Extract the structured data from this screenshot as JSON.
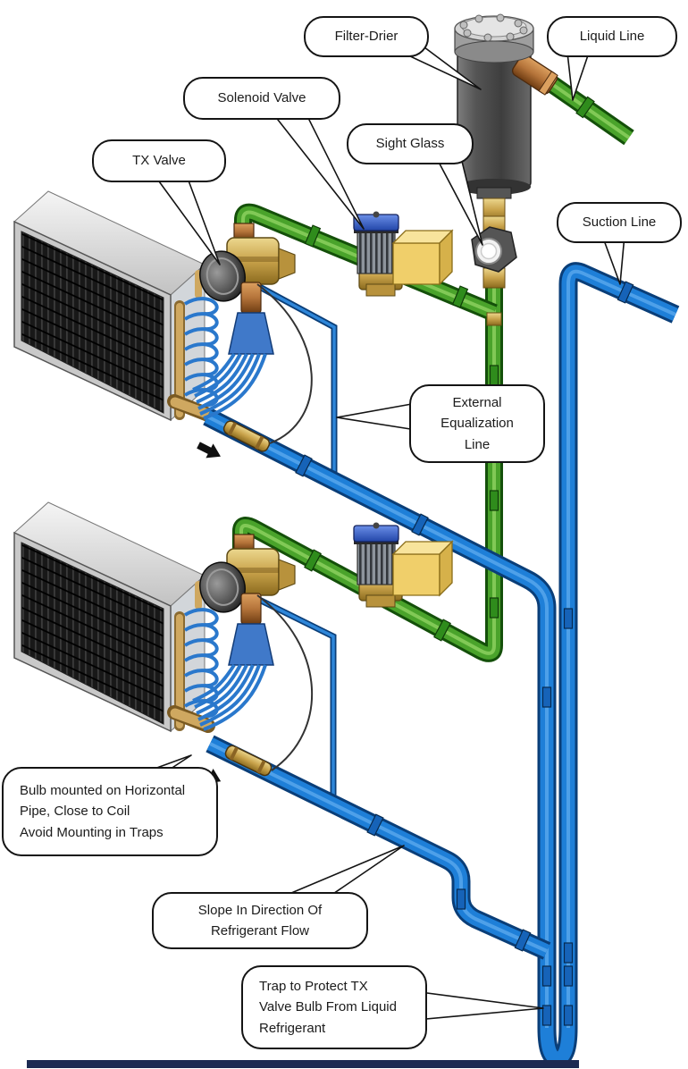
{
  "diagram": {
    "type": "Refrigeration system piping diagram with two evaporator coils",
    "callouts": {
      "filter_drier": "Filter-Drier",
      "liquid_line": "Liquid Line",
      "solenoid_valve": "Solenoid Valve",
      "sight_glass": "Sight Glass",
      "tx_valve": "TX Valve",
      "suction_line": "Suction Line",
      "external_equalization_line": "External\nEqualization\nLine",
      "bulb_note": "Bulb mounted on Horizontal\nPipe, Close to Coil\nAvoid Mounting in Traps",
      "slope_note": "Slope In Direction Of\nRefrigerant Flow",
      "trap_note": "Trap to Protect TX\nValve Bulb From Liquid\nRefrigerant"
    },
    "colors": {
      "liquid_line_green": "#4aa32b",
      "liquid_line_outline": "#14500a",
      "suction_line_blue": "#1e7fd8",
      "suction_line_outline": "#0a3e78",
      "brass": "#c8a24a",
      "copper": "#b5743a",
      "coil_fin_black": "#1a1a1a",
      "callout_border": "#141414",
      "bottom_bar_navy": "#1c2a52"
    }
  }
}
